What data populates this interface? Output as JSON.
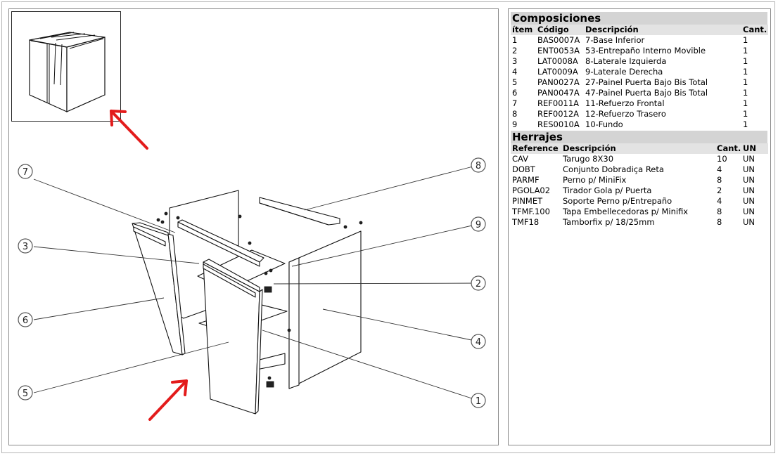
{
  "callouts": [
    "1",
    "2",
    "3",
    "4",
    "5",
    "6",
    "7",
    "8",
    "9"
  ],
  "composiciones": {
    "title": "Composiciones",
    "headers": {
      "item": "ítem",
      "codigo": "Código",
      "descripcion": "Descripción",
      "cant": "Cant."
    },
    "rows": [
      {
        "item": "1",
        "codigo": "BAS0007A",
        "descripcion": "7-Base  Inferior",
        "cant": "1"
      },
      {
        "item": "2",
        "codigo": "ENT0053A",
        "descripcion": "53-Entrepaño  Interno  Movible",
        "cant": "1"
      },
      {
        "item": "3",
        "codigo": "LAT0008A",
        "descripcion": "8-Laterale  Izquierda",
        "cant": "1"
      },
      {
        "item": "4",
        "codigo": "LAT0009A",
        "descripcion": "9-Laterale  Derecha",
        "cant": "1"
      },
      {
        "item": "5",
        "codigo": "PAN0027A",
        "descripcion": "27-Painel  Puerta  Bajo  Bis  Total",
        "cant": "1"
      },
      {
        "item": "6",
        "codigo": "PAN0047A",
        "descripcion": "47-Painel  Puerta  Bajo  Bis  Total",
        "cant": "1"
      },
      {
        "item": "7",
        "codigo": "REF0011A",
        "descripcion": "11-Refuerzo  Frontal",
        "cant": "1"
      },
      {
        "item": "8",
        "codigo": "REF0012A",
        "descripcion": "12-Refuerzo  Trasero",
        "cant": "1"
      },
      {
        "item": "9",
        "codigo": "RES0010A",
        "descripcion": "10-Fundo",
        "cant": "1"
      }
    ]
  },
  "herrajes": {
    "title": "Herrajes",
    "headers": {
      "reference": "Reference",
      "descripcion": "Descripción",
      "cant": "Cant.",
      "un": "UN"
    },
    "rows": [
      {
        "reference": "CAV",
        "descripcion": "Tarugo  8X30",
        "cant": "10",
        "un": "UN"
      },
      {
        "reference": "DOBT",
        "descripcion": "Conjunto  Dobradiça  Reta",
        "cant": "4",
        "un": "UN"
      },
      {
        "reference": "PARMF",
        "descripcion": "Perno  p/  MiniFix",
        "cant": "8",
        "un": "UN"
      },
      {
        "reference": "PGOLA02",
        "descripcion": "Tirador  Gola  p/  Puerta",
        "cant": "2",
        "un": "UN"
      },
      {
        "reference": "PINMET",
        "descripcion": "Soporte  Perno  p/Entrepaño",
        "cant": "4",
        "un": "UN"
      },
      {
        "reference": "TFMF.100",
        "descripcion": "Tapa  Embellecedoras  p/  Minifix",
        "cant": "8",
        "un": "UN"
      },
      {
        "reference": "TMF18",
        "descripcion": "Tamborfix  p/  18/25mm",
        "cant": "8",
        "un": "UN"
      }
    ]
  },
  "colors": {
    "arrow": "#e31b1b",
    "header_bg": "#d4d4d4",
    "border": "#8a8a8a"
  }
}
